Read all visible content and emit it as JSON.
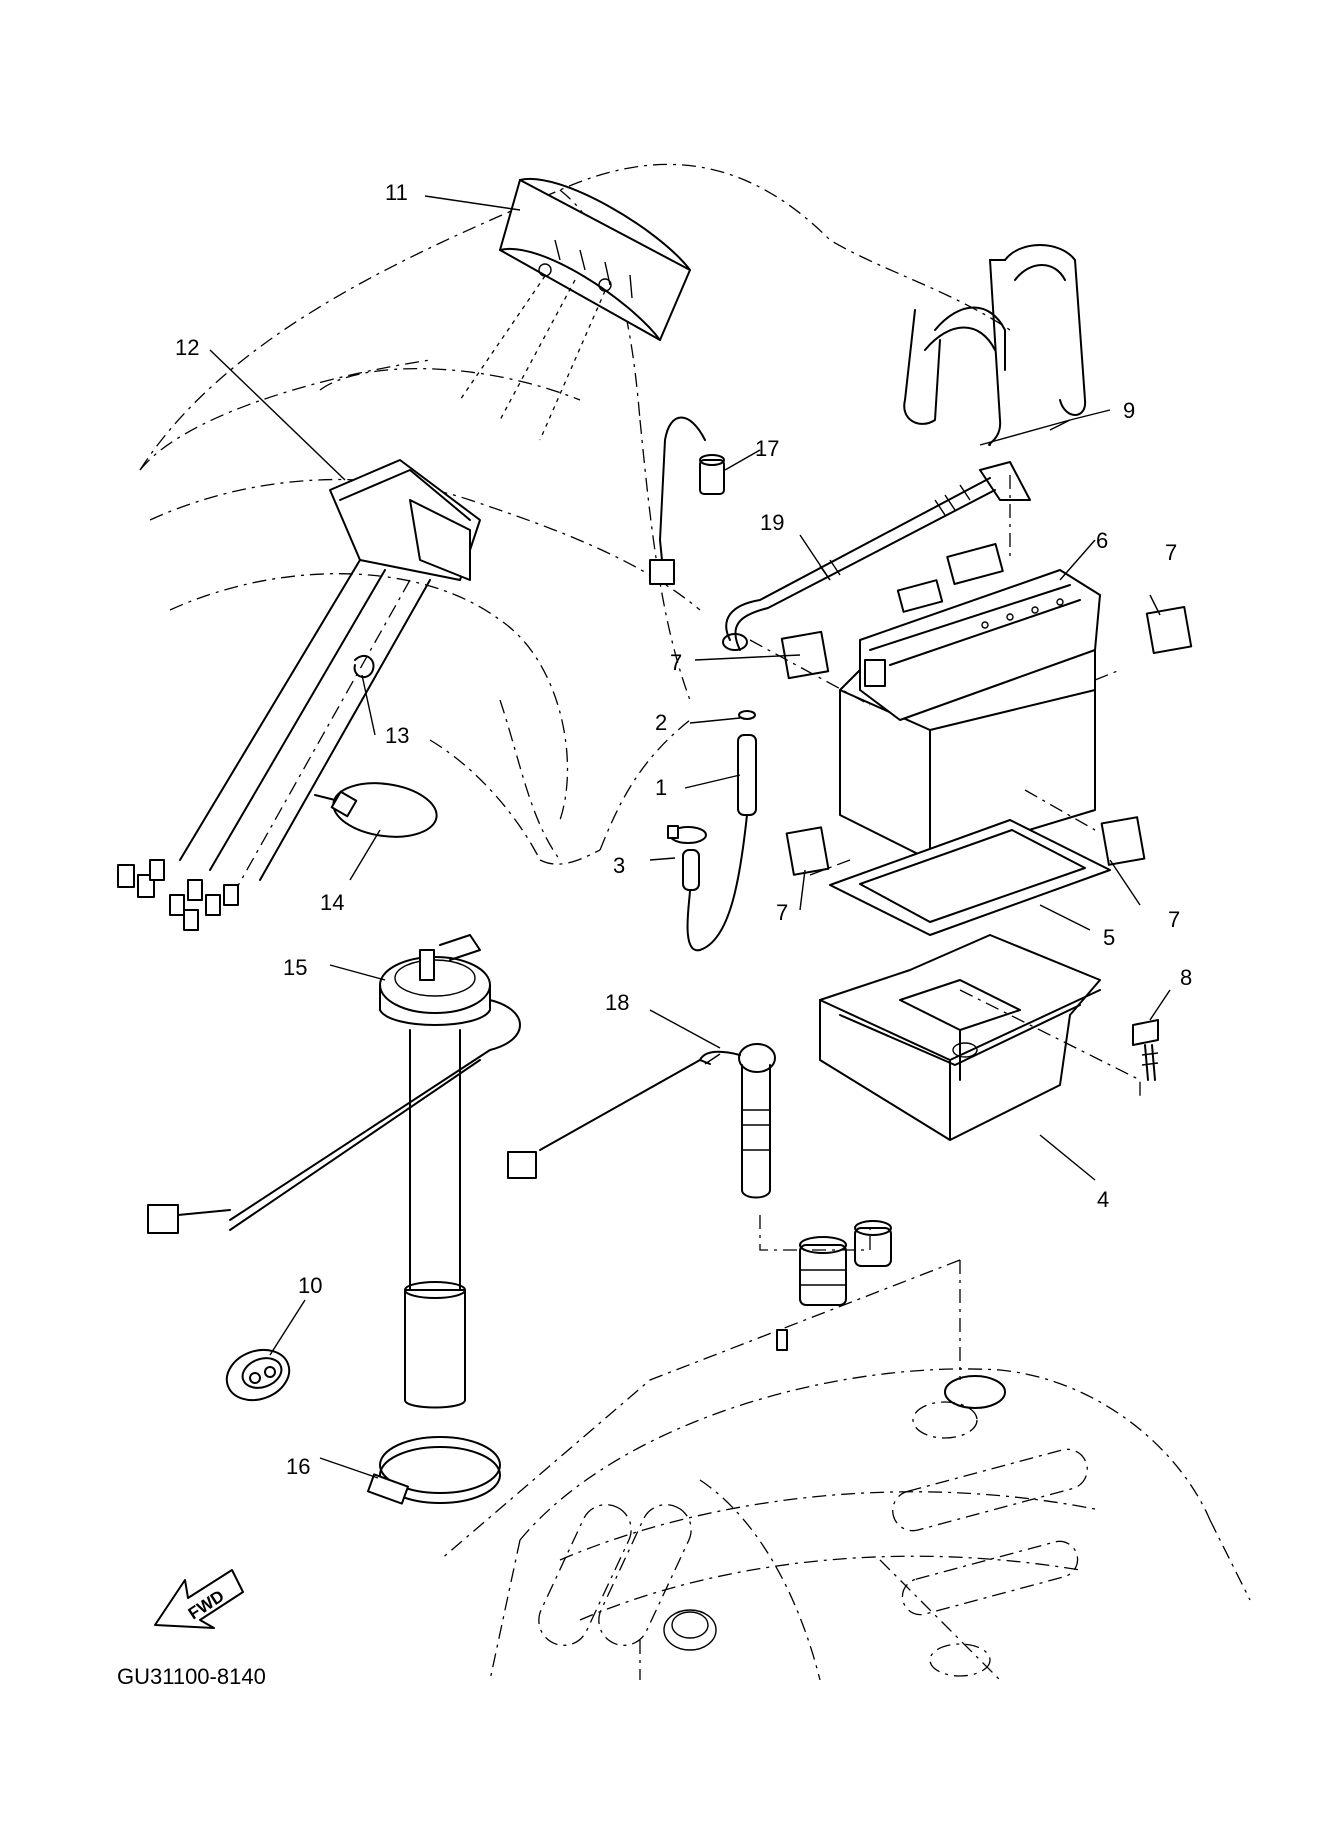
{
  "diagram": {
    "drawing_code": "GU31100-8140",
    "fwd_label": "FWD",
    "callouts": [
      "1",
      "2",
      "3",
      "4",
      "5",
      "6",
      "7",
      "7",
      "7",
      "7",
      "8",
      "9",
      "10",
      "11",
      "12",
      "13",
      "14",
      "15",
      "16",
      "17",
      "18",
      "19"
    ]
  }
}
